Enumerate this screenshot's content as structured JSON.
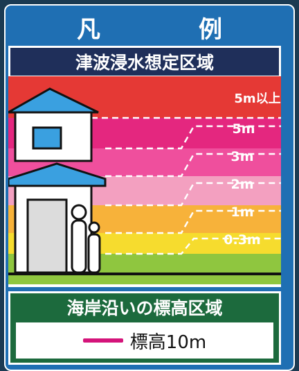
{
  "legend_title": "凡　例",
  "tsunami_section": {
    "title": "津波浸水想定区域",
    "bands": [
      {
        "label": "5m以上",
        "color": "#e53935"
      },
      {
        "label": "5m",
        "color": "#e4277f"
      },
      {
        "label": "3m",
        "color": "#ef4f9d"
      },
      {
        "label": "2m",
        "color": "#f3a0c0"
      },
      {
        "label": "1m",
        "color": "#f7b23a"
      },
      {
        "label": "0.3m",
        "color": "#f6dc2e"
      }
    ],
    "lowest_color": "#8fc63f"
  },
  "elevation_section": {
    "title": "海岸沿いの標高区域",
    "line_color": "#d4147a",
    "label": "標高10m"
  }
}
